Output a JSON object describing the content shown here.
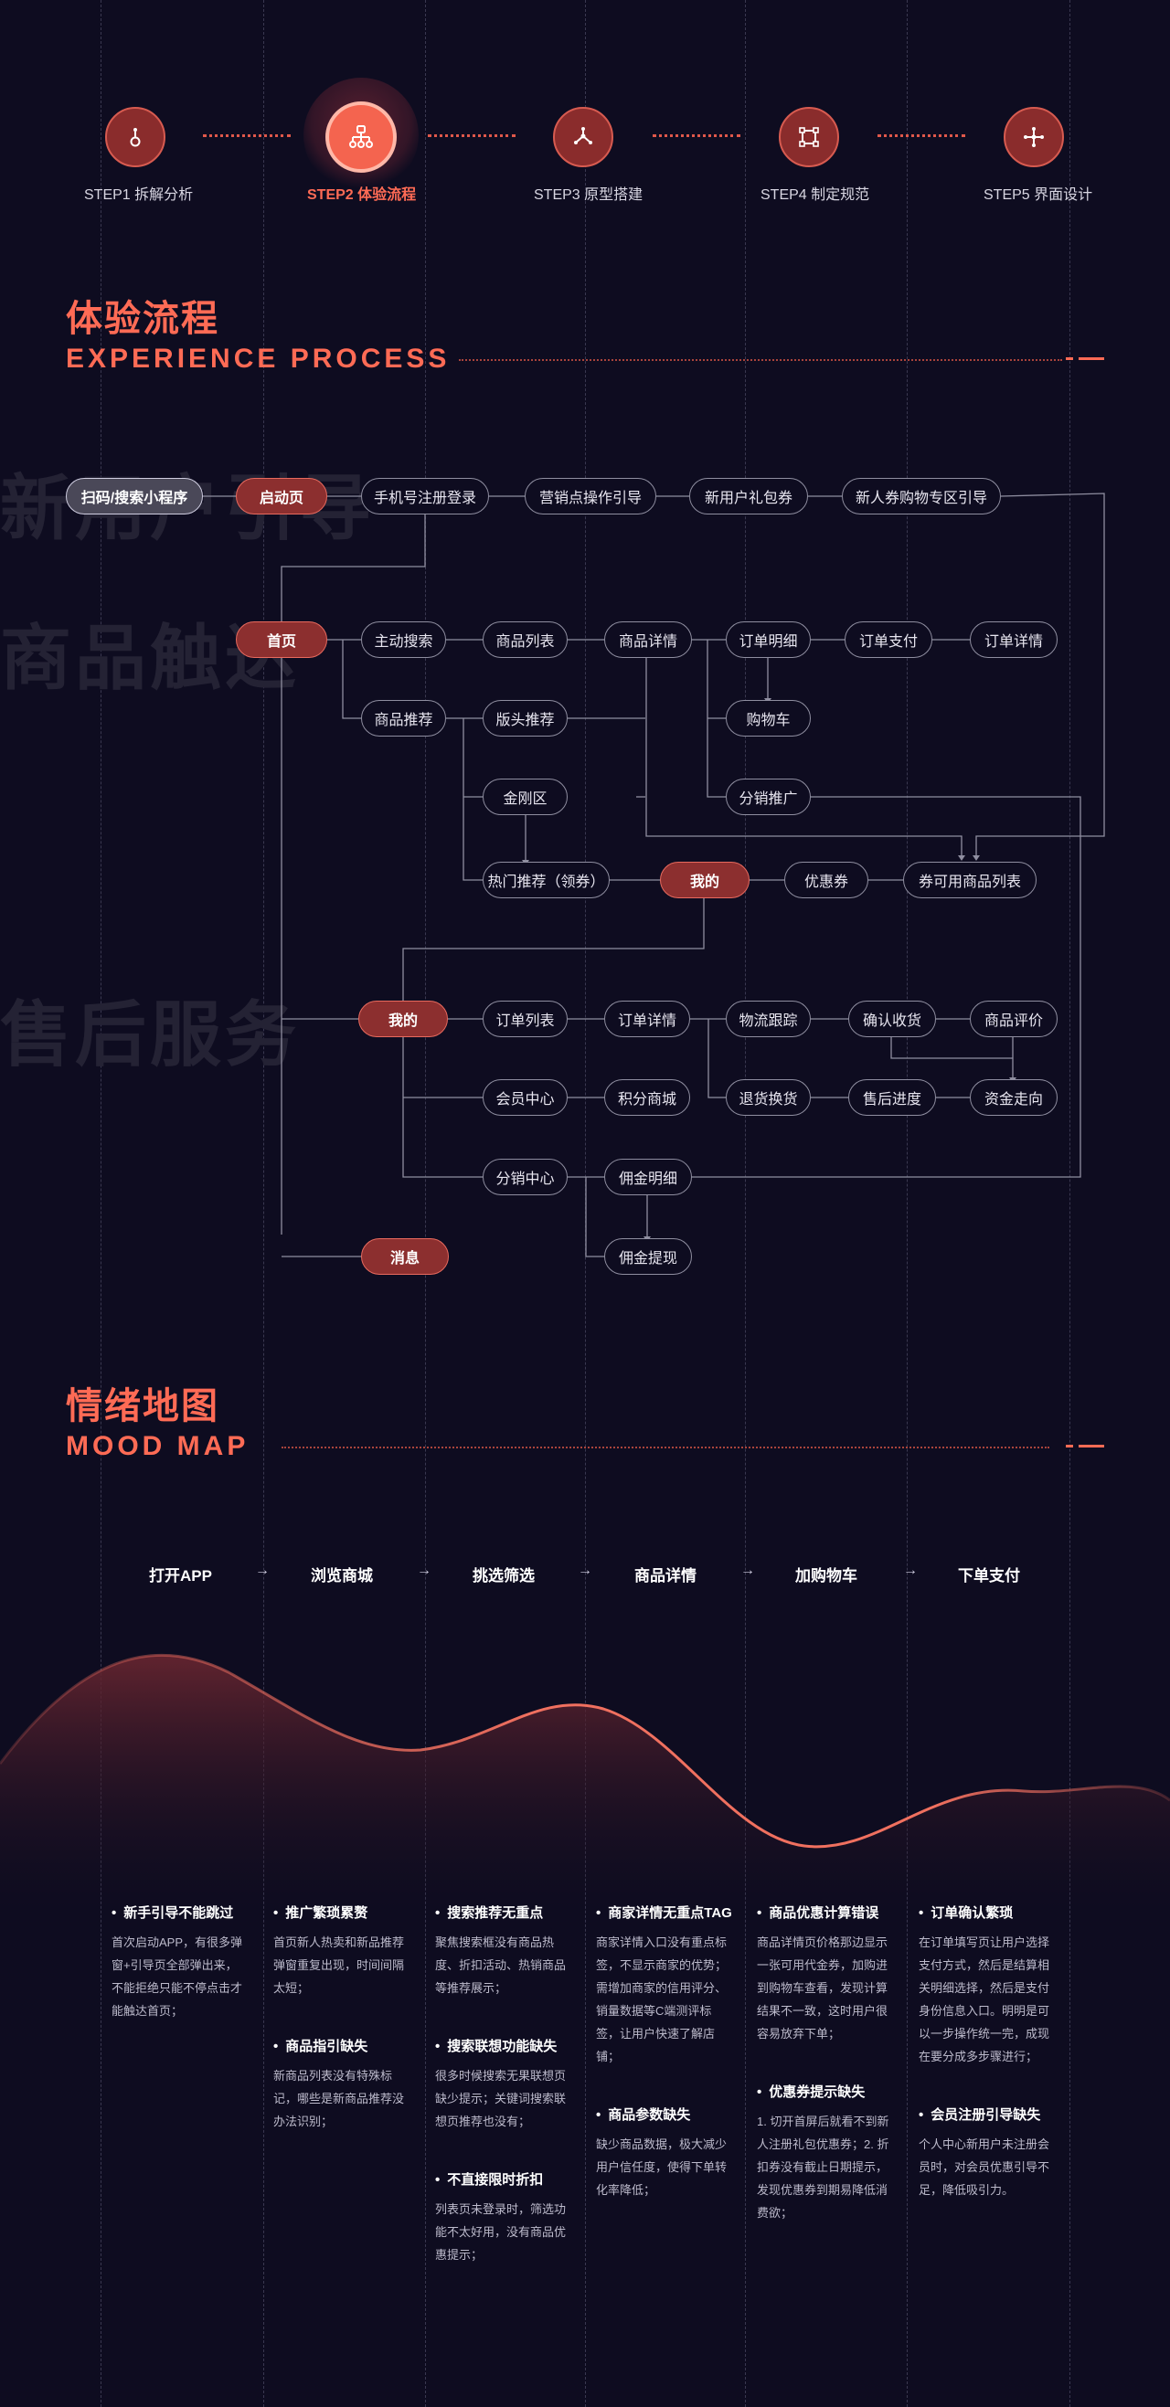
{
  "steps": [
    {
      "label": "STEP1 拆解分析",
      "icon": "pin-icon"
    },
    {
      "label": "STEP2 体验流程",
      "icon": "hierarchy-icon"
    },
    {
      "label": "STEP3 原型搭建",
      "icon": "network-icon"
    },
    {
      "label": "STEP4 制定规范",
      "icon": "frame-icon"
    },
    {
      "label": "STEP5 界面设计",
      "icon": "nodes-icon"
    }
  ],
  "experience": {
    "title_cn": "体验流程",
    "title_en": "EXPERIENCE PROCESS",
    "bg_words": [
      "新用户引导",
      "商品触达",
      "售后服务"
    ]
  },
  "flow": {
    "scan": "扫码/搜索小程序",
    "launch": "启动页",
    "phone_login": "手机号注册登录",
    "marketing_guide": "营销点操作引导",
    "gift": "新用户礼包券",
    "coupon_zone": "新人券购物专区引导",
    "home": "首页",
    "search": "主动搜索",
    "product_list": "商品列表",
    "product_detail": "商品详情",
    "order_detail_a": "订单明细",
    "order_pay": "订单支付",
    "order_info": "订单详情",
    "recommend": "商品推荐",
    "banner": "版头推荐",
    "cart": "购物车",
    "kingkong": "金刚区",
    "distribution": "分销推广",
    "hot": "热门推荐（领券）",
    "mine_top": "我的",
    "coupon": "优惠券",
    "coupon_list": "券可用商品列表",
    "mine": "我的",
    "order_list": "订单列表",
    "order_info2": "订单详情",
    "logistics": "物流跟踪",
    "confirm": "确认收货",
    "review": "商品评价",
    "member": "会员中心",
    "points": "积分商城",
    "refund": "退货换货",
    "aftersale": "售后进度",
    "fund": "资金走向",
    "dist_center": "分销中心",
    "commission": "佣金明细",
    "withdraw": "佣金提现",
    "message": "消息"
  },
  "mood": {
    "title_cn": "情绪地图",
    "title_en": "MOOD MAP",
    "stages": [
      "打开APP",
      "浏览商城",
      "挑选筛选",
      "商品详情",
      "加购物车",
      "下单支付"
    ],
    "arrow": "→",
    "columns": [
      [
        {
          "title": "新手引导不能跳过",
          "desc": "首次启动APP，有很多弹窗+引导页全部弹出来，不能拒绝只能不停点击才能触达首页；"
        }
      ],
      [
        {
          "title": "推广繁琐累赘",
          "desc": "首页新人热卖和新品推荐弹窗重复出现，时间间隔太短；"
        },
        {
          "title": "商品指引缺失",
          "desc": "新商品列表没有特殊标记，哪些是新商品推荐没办法识别；"
        }
      ],
      [
        {
          "title": "搜索推荐无重点",
          "desc": "聚焦搜索框没有商品热度、折扣活动、热销商品等推荐展示；"
        },
        {
          "title": "搜索联想功能缺失",
          "desc": "很多时候搜索无果联想页缺少提示；关键词搜索联想页推荐也没有；"
        },
        {
          "title": "不直接限时折扣",
          "desc": "列表页未登录时，筛选功能不太好用，没有商品优惠提示；"
        }
      ],
      [
        {
          "title": "商家详情无重点TAG",
          "desc": "商家详情入口没有重点标签，不显示商家的优势；需增加商家的信用评分、销量数据等C端测评标签，让用户快速了解店铺；"
        },
        {
          "title": "商品参数缺失",
          "desc": "缺少商品数据，极大减少用户信任度，使得下单转化率降低；"
        }
      ],
      [
        {
          "title": "商品优惠计算错误",
          "desc": "商品详情页价格那边显示一张可用代金券，加购进到购物车查看，发现计算结果不一致，这时用户很容易放弃下单；"
        },
        {
          "title": "优惠券提示缺失",
          "desc": "1. 切开首屏后就看不到新人注册礼包优惠券；2. 折扣券没有截止日期提示，发现优惠券到期易降低消费欲；"
        }
      ],
      [
        {
          "title": "订单确认繁琐",
          "desc": "在订单填写页让用户选择支付方式，然后是结算相关明细选择，然后是支付身份信息入口。明明是可以一步操作统一完，成现在要分成多步骤进行；"
        },
        {
          "title": "会员注册引导缺失",
          "desc": "个人中心新用户未注册会员时，对会员优惠引导不足，降低吸引力。"
        }
      ]
    ]
  },
  "colors": {
    "accent": "#ff6b55",
    "bg": "#0e0c20",
    "node_hl": "#8c2f2f"
  }
}
